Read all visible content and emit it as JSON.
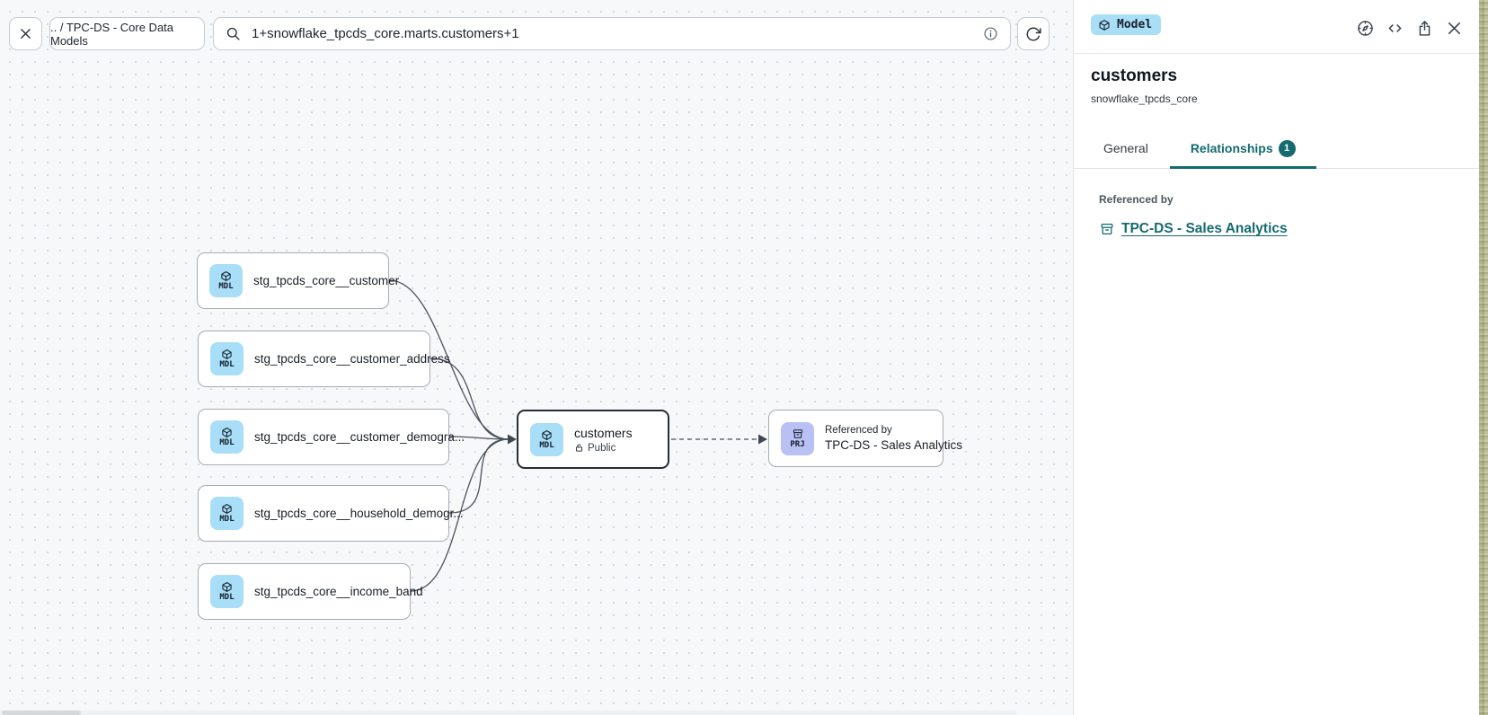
{
  "toolbar": {
    "breadcrumb": ".. / TPC-DS - Core Data Models",
    "search_value": "1+snowflake_tpcds_core.marts.customers+1"
  },
  "canvas": {
    "nodes": [
      {
        "badge": "MDL",
        "label": "stg_tpcds_core__customer"
      },
      {
        "badge": "MDL",
        "label": "stg_tpcds_core__customer_address"
      },
      {
        "badge": "MDL",
        "label": "stg_tpcds_core__customer_demogra..."
      },
      {
        "badge": "MDL",
        "label": "stg_tpcds_core__household_demogr..."
      },
      {
        "badge": "MDL",
        "label": "stg_tpcds_core__income_band"
      }
    ],
    "selected_node": {
      "badge": "MDL",
      "label": "customers",
      "visibility": "Public"
    },
    "reference_node": {
      "badge": "PRJ",
      "kicker": "Referenced by",
      "label": "TPC-DS - Sales Analytics"
    }
  },
  "panel": {
    "type_badge": "Model",
    "title": "customers",
    "subtitle": "snowflake_tpcds_core",
    "tabs": [
      {
        "label": "General"
      },
      {
        "label": "Relationships",
        "count": "1"
      }
    ],
    "section_label": "Referenced by",
    "reference_link": "TPC-DS - Sales Analytics"
  },
  "colors": {
    "accent_teal": "#156a70",
    "model_badge_bg": "#a9def7",
    "project_badge_bg": "#b9c1f4",
    "canvas_bg": "#f7f8fa",
    "selected_border": "#262d37"
  },
  "icons": {
    "close": "x",
    "search": "magnifier",
    "info": "circled-i",
    "refresh": "rotate-cw",
    "model": "cube",
    "project": "archive-box",
    "lineage": "compass",
    "code": "angle-brackets",
    "share": "box-arrow-up",
    "public": "open-lock"
  }
}
